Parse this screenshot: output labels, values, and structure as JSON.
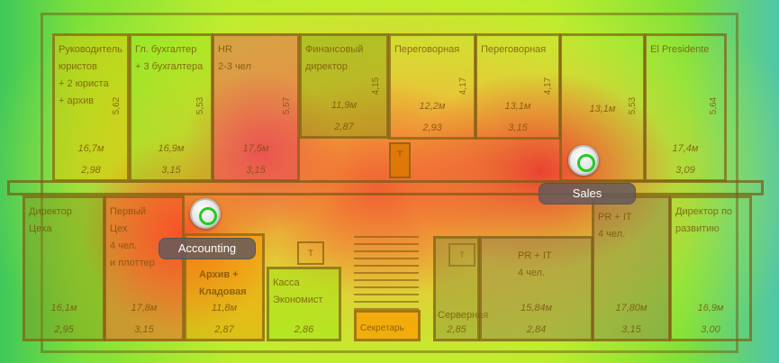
{
  "rooms": [
    {
      "name": "Руководитель\nюристов\n+ 2 юриста\n+ архив",
      "area": "16,7м",
      "dim": "2,98",
      "height": "5,62"
    },
    {
      "name": "Гл. бухгалтер\n+ 3 бухгалтера",
      "area": "16,9м",
      "dim": "3,15",
      "height": "5,53"
    },
    {
      "name": "HR\n2-3 чел",
      "area": "17,5м",
      "dim": "3,15",
      "height": "5,57"
    },
    {
      "name": "Финансовый\nдиректор",
      "area": "11,9м",
      "dim": "2,87",
      "height": "4,15"
    },
    {
      "name": "Переговорная",
      "area": "12,2м",
      "dim": "2,93",
      "height": "4,17"
    },
    {
      "name": "Переговорная",
      "area": "13,1м",
      "dim": "3,15",
      "height": "4,17"
    },
    {
      "name": "",
      "area": "13,1м",
      "dim": "",
      "height": "5,53"
    },
    {
      "name": "El Presidente",
      "area": "17,4м",
      "dim": "3,09",
      "height": "5,64"
    },
    {
      "name": "Директор\n Цеха",
      "area": "16,1м",
      "dim": "2,95",
      "height": ""
    },
    {
      "name": "Первый\nЦех\n4 чел.\nи плоттер",
      "area": "17,8м",
      "dim": "3,15",
      "height": ""
    },
    {
      "name": "Архив +\nКладовая",
      "area": "11,8м",
      "dim": "2,87",
      "height": ""
    },
    {
      "name": "Касса\nЭкономист",
      "area": "",
      "dim": "2,86",
      "height": ""
    },
    {
      "name": "Секретарь",
      "area": "",
      "dim": "",
      "height": ""
    },
    {
      "name": "Серверная",
      "area": "",
      "dim": "2,85",
      "height": ""
    },
    {
      "name": "PR + IT\n4 чел.",
      "area": "15,84м",
      "dim": "2,84",
      "height": ""
    },
    {
      "name": "PR + IT\n4 чел.",
      "area": "17,80м",
      "dim": "3,15",
      "height": ""
    },
    {
      "name": "Директор по\nразвитию",
      "area": "16,9м",
      "dim": "3,00",
      "height": ""
    }
  ],
  "toilet_label": "Т",
  "access_points": [
    {
      "name": "Accounting"
    },
    {
      "name": "Sales"
    }
  ]
}
